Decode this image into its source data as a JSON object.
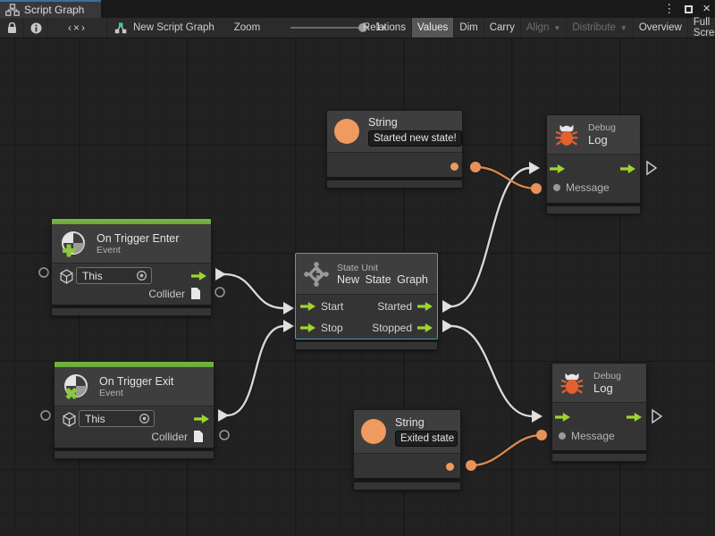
{
  "tab_bar": {
    "title": "Script Graph",
    "menu_icon": "⋮",
    "close_icon": "×"
  },
  "toolbar": {
    "code_icon": "‹×›",
    "graph_name": "New Script Graph",
    "zoom_label": "Zoom",
    "zoom_value": "1x",
    "btn_relations": "Relations",
    "btn_values": "Values",
    "btn_dim": "Dim",
    "btn_carry": "Carry",
    "btn_align": "Align",
    "btn_distribute": "Distribute",
    "btn_overview": "Overview",
    "btn_fullscreen": "Full Screen",
    "dropdown_arrow": "▼"
  },
  "colors": {
    "event_green": "#74b33f",
    "flow_green": "#9ed42f",
    "value_orange": "#ef9a5e",
    "wire_orange": "#d8884b",
    "wire_white": "#d6d6d6",
    "selection_blue": "#4a9ac9",
    "bug_red": "#e4602f"
  },
  "nodes": {
    "string_started": {
      "title": "String",
      "value": "Started new state!"
    },
    "debug_top": {
      "category": "Debug",
      "title": "Log",
      "message_label": "Message"
    },
    "trigger_enter": {
      "title": "On Trigger Enter",
      "subtitle": "Event",
      "target": "This",
      "collider_label": "Collider"
    },
    "state_unit": {
      "category": "State Unit",
      "title": "New State Graph",
      "start": "Start",
      "stop": "Stop",
      "started": "Started",
      "stopped": "Stopped"
    },
    "trigger_exit": {
      "title": "On Trigger Exit",
      "subtitle": "Event",
      "target": "This",
      "collider_label": "Collider"
    },
    "string_exited": {
      "title": "String",
      "value": "Exited state"
    },
    "debug_bottom": {
      "category": "Debug",
      "title": "Log",
      "message_label": "Message"
    }
  }
}
